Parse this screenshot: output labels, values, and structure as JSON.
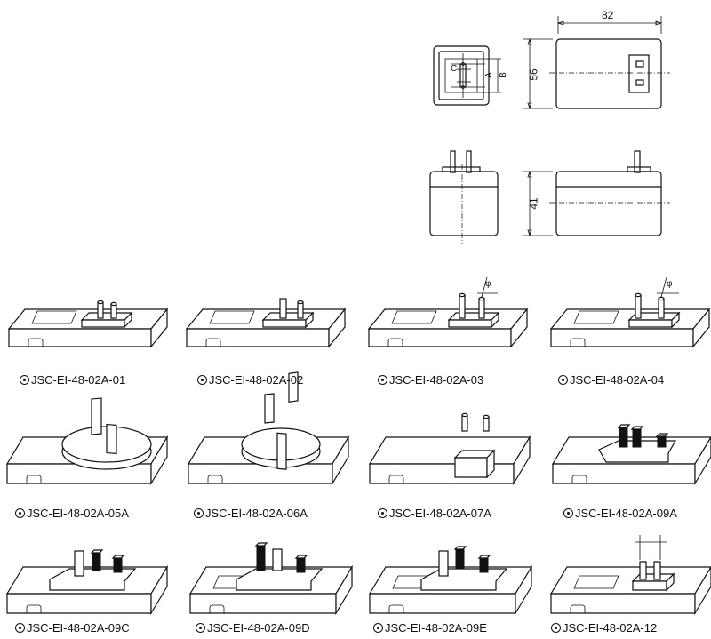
{
  "dimensions": {
    "width_label": "82",
    "height_label": "56",
    "depth_label": "41",
    "pin_labels": [
      "C",
      "A",
      "B"
    ],
    "phi_label": "φ"
  },
  "models": [
    {
      "code": "JSC-EI-48-02A-01"
    },
    {
      "code": "JSC-EI-48-02A-02"
    },
    {
      "code": "JSC-EI-48-02A-03"
    },
    {
      "code": "JSC-EI-48-02A-04"
    },
    {
      "code": "JSC-EI-48-02A-05A"
    },
    {
      "code": "JSC-EI-48-02A-06A"
    },
    {
      "code": "JSC-EI-48-02A-07A"
    },
    {
      "code": "JSC-EI-48-02A-09A"
    },
    {
      "code": "JSC-EI-48-02A-09C"
    },
    {
      "code": "JSC-EI-48-02A-09D"
    },
    {
      "code": "JSC-EI-48-02A-09E"
    },
    {
      "code": "JSC-EI-48-02A-12"
    }
  ]
}
